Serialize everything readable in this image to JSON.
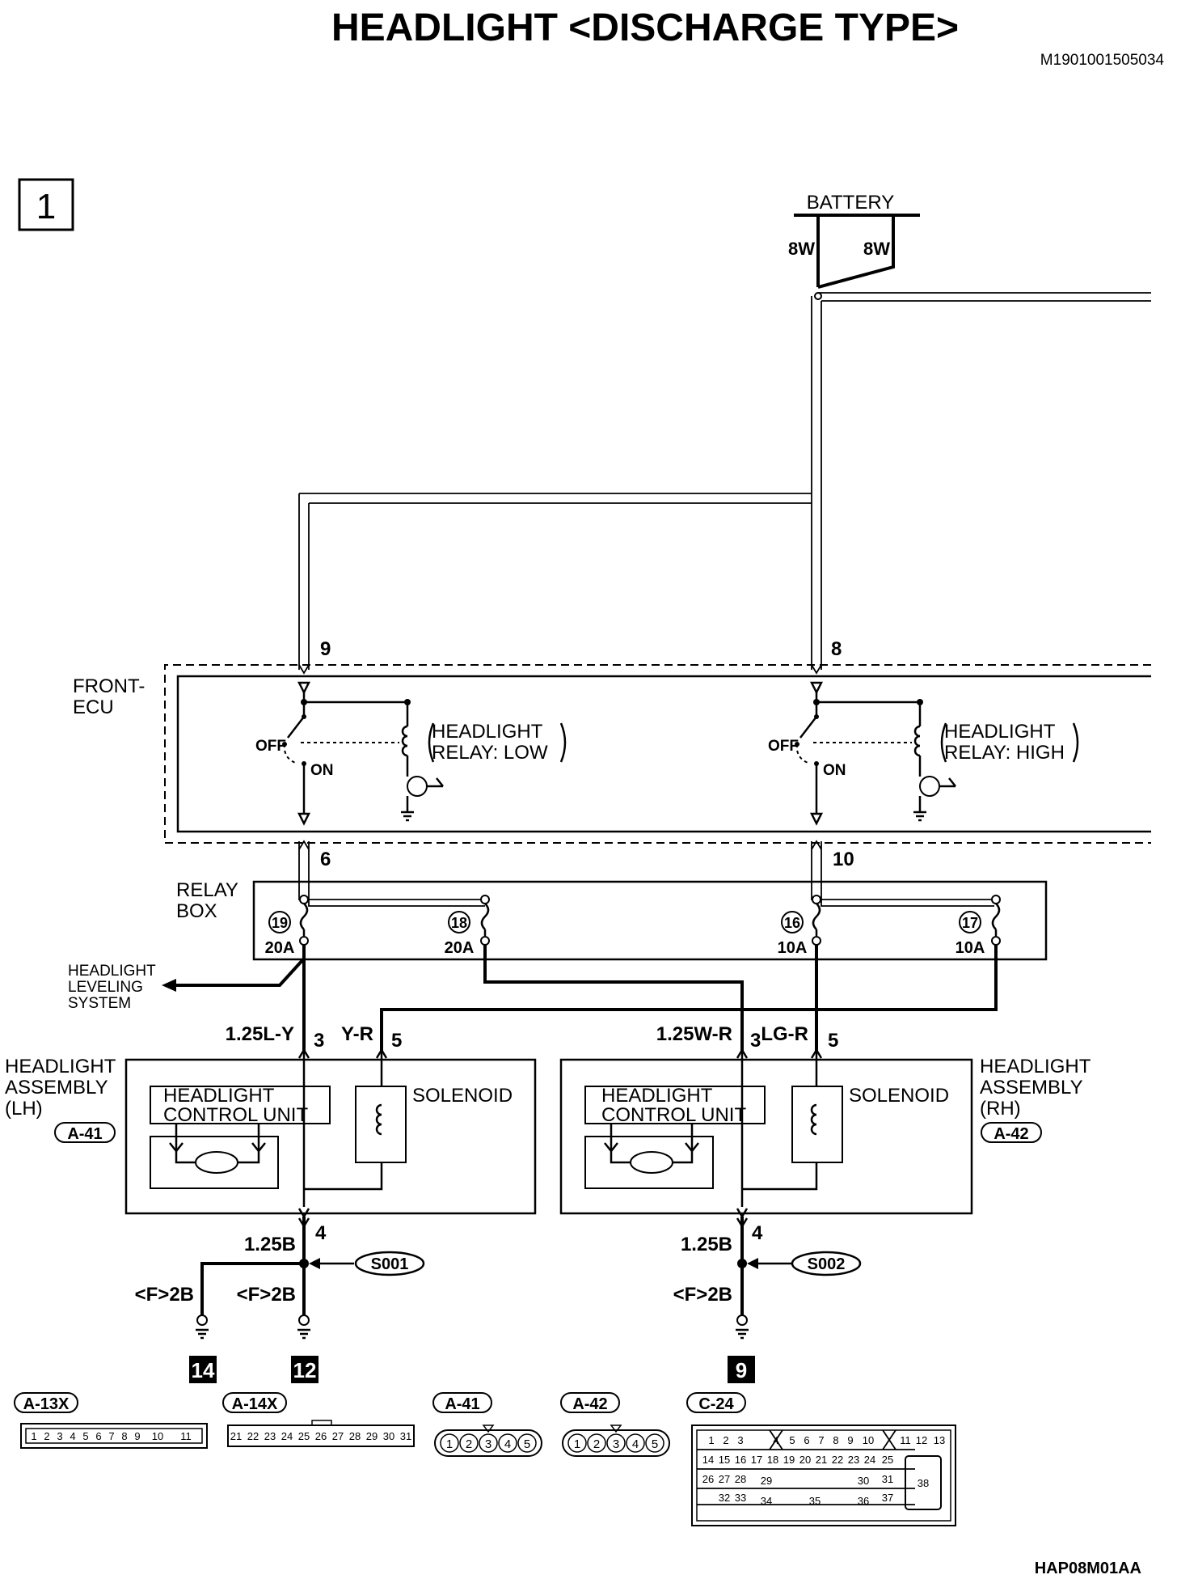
{
  "header": {
    "title": "HEADLIGHT <DISCHARGE TYPE>",
    "doc_id": "M1901001505034",
    "page_number": "1",
    "figure_code": "HAP08M01AA"
  },
  "battery": {
    "label": "BATTERY",
    "wire_left": "8W",
    "wire_right": "8W"
  },
  "front_ecu": {
    "label_line1": "FRONT-",
    "label_line2": "ECU",
    "pin_in_low": "9",
    "pin_in_high": "8",
    "pin_out_low": "6",
    "pin_out_high": "10",
    "relay_low": {
      "line1": "HEADLIGHT",
      "line2": "RELAY: LOW"
    },
    "relay_high": {
      "line1": "HEADLIGHT",
      "line2": "RELAY: HIGH"
    },
    "switch_off": "OFF",
    "switch_on": "ON"
  },
  "relay_box": {
    "label_line1": "RELAY",
    "label_line2": "BOX",
    "fuses": [
      {
        "number": "19",
        "rating": "20A"
      },
      {
        "number": "18",
        "rating": "20A"
      },
      {
        "number": "16",
        "rating": "10A"
      },
      {
        "number": "17",
        "rating": "10A"
      }
    ]
  },
  "leveling": {
    "line1": "HEADLIGHT",
    "line2": "LEVELING",
    "line3": "SYSTEM"
  },
  "lh": {
    "line1": "HEADLIGHT",
    "line2": "ASSEMBLY",
    "line3": "(LH)",
    "connector": "A-41",
    "wire_a": "1.25L-Y",
    "pin_a": "3",
    "wire_b": "Y-R",
    "pin_b": "5",
    "hcu_line1": "HEADLIGHT",
    "hcu_line2": "CONTROL UNIT",
    "solenoid": "SOLENOID",
    "ground_wire": "1.25B",
    "ground_pin": "4",
    "splice": "S001",
    "ground_left": "<F>2B",
    "ground_right": "<F>2B",
    "ground_point_left": "14",
    "ground_point_right": "12"
  },
  "rh": {
    "line1": "HEADLIGHT",
    "line2": "ASSEMBLY",
    "line3": "(RH)",
    "connector": "A-42",
    "wire_a": "1.25W-R",
    "pin_a": "3",
    "wire_b": "LG-R",
    "pin_b": "5",
    "hcu_line1": "HEADLIGHT",
    "hcu_line2": "CONTROL UNIT",
    "solenoid": "SOLENOID",
    "ground_wire": "1.25B",
    "ground_pin": "4",
    "splice": "S002",
    "ground_label": "<F>2B",
    "ground_point": "9"
  },
  "connectors": {
    "a13x": {
      "label": "A-13X",
      "pins": [
        "1",
        "2",
        "3",
        "4",
        "5",
        "6",
        "7",
        "8",
        "9",
        "10",
        "11"
      ]
    },
    "a14x": {
      "label": "A-14X",
      "pins": [
        "21",
        "22",
        "23",
        "24",
        "25",
        "26",
        "27",
        "28",
        "29",
        "30",
        "31"
      ]
    },
    "a41": {
      "label": "A-41",
      "pins": [
        "1",
        "2",
        "3",
        "4",
        "5"
      ]
    },
    "a42": {
      "label": "A-42",
      "pins": [
        "1",
        "2",
        "3",
        "4",
        "5"
      ]
    },
    "c24": {
      "label": "C-24",
      "row1": [
        "1",
        "2",
        "3",
        "4",
        "5",
        "6",
        "7",
        "8",
        "9",
        "10",
        "11",
        "12",
        "13"
      ],
      "row2": [
        "14",
        "15",
        "16",
        "17",
        "18",
        "19",
        "20",
        "21",
        "22",
        "23",
        "24",
        "25"
      ],
      "row3": [
        "26",
        "27",
        "28",
        "29",
        "30",
        "31"
      ],
      "row4": [
        "32",
        "33",
        "34",
        "35",
        "36",
        "37"
      ],
      "big": "38"
    }
  }
}
